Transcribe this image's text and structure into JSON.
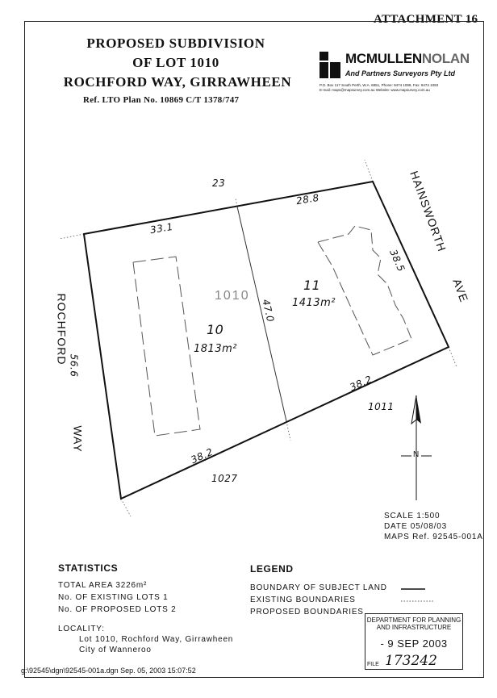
{
  "attachment": "ATTACHMENT 16",
  "title": {
    "line1": "PROPOSED  SUBDIVISION",
    "line2": "OF  LOT  1010",
    "line3": "ROCHFORD  WAY, GIRRAWHEEN",
    "ref": "Ref. LTO  Plan  No. 10869     C/T  1378/747"
  },
  "firm": {
    "name_dark": "MCMULLEN",
    "name_light": "NOLAN",
    "subtitle": "And Partners Surveyors Pty Ltd",
    "contact1": "P.O. Box 117 South Perth, W.A. 6951, Phone: 9474 1099, Fax: 9474 1093",
    "contact2": "E-mail: maps@mapsurvey.com.au   Website: www.mapsurvey.com.au"
  },
  "plan": {
    "top_neighbour": "23",
    "left_top_dim": "33.1",
    "right_top_dim": "28.8",
    "right_side_dim": "38.5",
    "left_side_dim": "56.6",
    "middle_dim": "47.0",
    "bottom_right_dim": "38.2",
    "bottom_left_dim": "38.2",
    "bottom_neighbour": "1027",
    "right_neighbour": "1011",
    "lot_original": "1010",
    "lot10_num": "10",
    "lot10_area": "1813m²",
    "lot11_num": "11",
    "lot11_area": "1413m²",
    "street_left_1": "ROCHFORD",
    "street_left_2": "WAY",
    "street_right_1": "HAINSWORTH",
    "street_right_2": "AVE",
    "north": "N"
  },
  "scale": {
    "scale": "SCALE   1:500",
    "date": "DATE  05/08/03",
    "maps_ref": "MAPS  Ref. 92545-001A"
  },
  "statistics": {
    "heading": "STATISTICS",
    "total_area": "TOTAL AREA   3226m²",
    "existing_lots": "No. OF EXISTING LOTS 1",
    "proposed_lots": "No. OF PROPOSED LOTS 2",
    "locality_label": "LOCALITY:",
    "locality_line1": "Lot 1010, Rochford Way, Girrawheen",
    "locality_line2": "City of Wanneroo"
  },
  "legend": {
    "heading": "LEGEND",
    "boundary_subject": "BOUNDARY  OF  SUBJECT  LAND",
    "existing": "EXISTING  BOUNDARIES",
    "proposed": "PROPOSED  BOUNDARIES"
  },
  "stamp": {
    "line1": "DEPARTMENT FOR PLANNING",
    "line2": "AND INFRASTRUCTURE",
    "date": "- 9 SEP 2003",
    "file_label": "FILE",
    "file_number": "173242"
  },
  "footer": "g:\\92545\\dgn\\92545-001a.dgn  Sep. 05, 2003  15:07:52"
}
